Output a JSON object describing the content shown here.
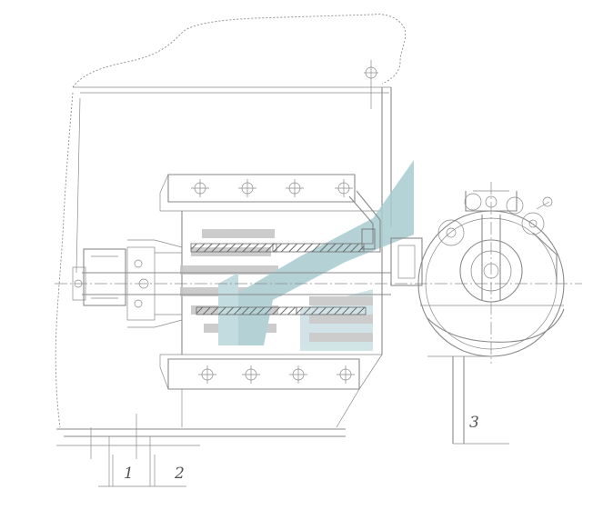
{
  "drawing": {
    "colors": {
      "ink": "#8a8a8a",
      "hatch": "#6a6a6a",
      "watermark_gray": "#bfbfbf",
      "watermark_teal": "#9cc3c9",
      "background": "#ffffff"
    },
    "callouts": [
      {
        "id": "1",
        "label": "1"
      },
      {
        "id": "2",
        "label": "2"
      },
      {
        "id": "3",
        "label": "3"
      }
    ],
    "watermark": {
      "icon": "stylized-logo-watermark"
    }
  }
}
